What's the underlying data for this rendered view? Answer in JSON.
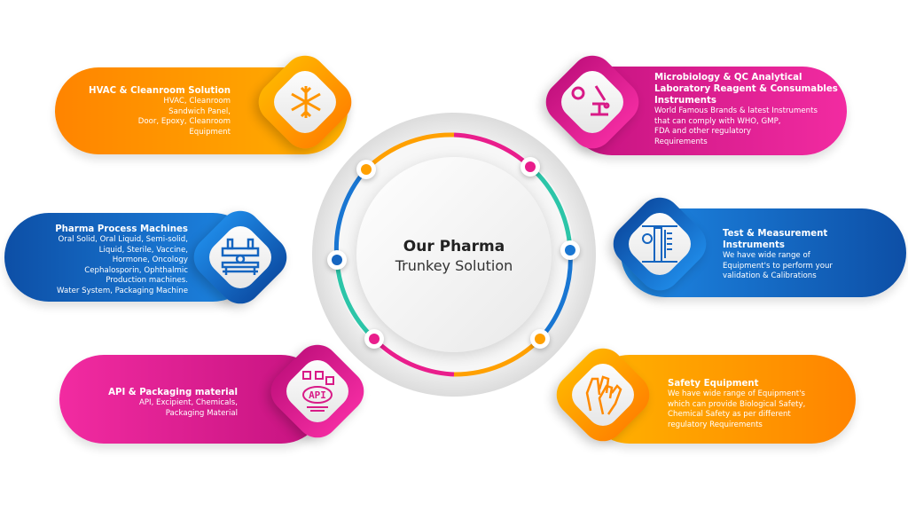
{
  "center": {
    "title": "Our Pharma",
    "subtitle": "Trunkey Solution"
  },
  "items": [
    {
      "title": "HVAC & Cleanroom Solution",
      "lines": [
        "HVAC, Cleanroom",
        "Sandwich Panel,",
        "Door, Epoxy, Cleanroom",
        "Equipment"
      ],
      "icon": "snowflake-icon",
      "color": "#ff9500"
    },
    {
      "title": "Microbiology & QC Analytical Laboratory Reagent & Consumables Instruments",
      "lines": [
        "World Famous Brands & latest Instruments",
        "that can comply with WHO, GMP,",
        "FDA and other regulatory",
        "Requirements"
      ],
      "icon": "microscope-icon",
      "color": "#e91e8c"
    },
    {
      "title": "Pharma Process Machines",
      "lines": [
        "Oral Solid, Oral Liquid, Semi-solid,",
        "Liquid, Sterile, Vaccine,",
        "Hormone, Oncology",
        "Cephalosporin, Ophthalmic",
        "Production machines.",
        "Water System, Packaging Machine"
      ],
      "icon": "press-machine-icon",
      "color": "#1565c0"
    },
    {
      "title": "Test & Measurement Instruments",
      "lines": [
        "We have wide range of",
        "Equipment's to perform your",
        "validation & Calibrations"
      ],
      "icon": "caliper-icon",
      "color": "#1565c0"
    },
    {
      "title": "API & Packaging material",
      "lines": [
        "API, Excipient, Chemicals,",
        "Packaging Material"
      ],
      "icon": "api-icon",
      "color": "#e91e8c"
    },
    {
      "title": "Safety Equipment",
      "lines": [
        "We have wide range of Equipment's",
        "which can provide Biological Safety,",
        "Chemical Safety as per different",
        "regulatory Requirements"
      ],
      "icon": "gloves-icon",
      "color": "#ff9500"
    }
  ]
}
